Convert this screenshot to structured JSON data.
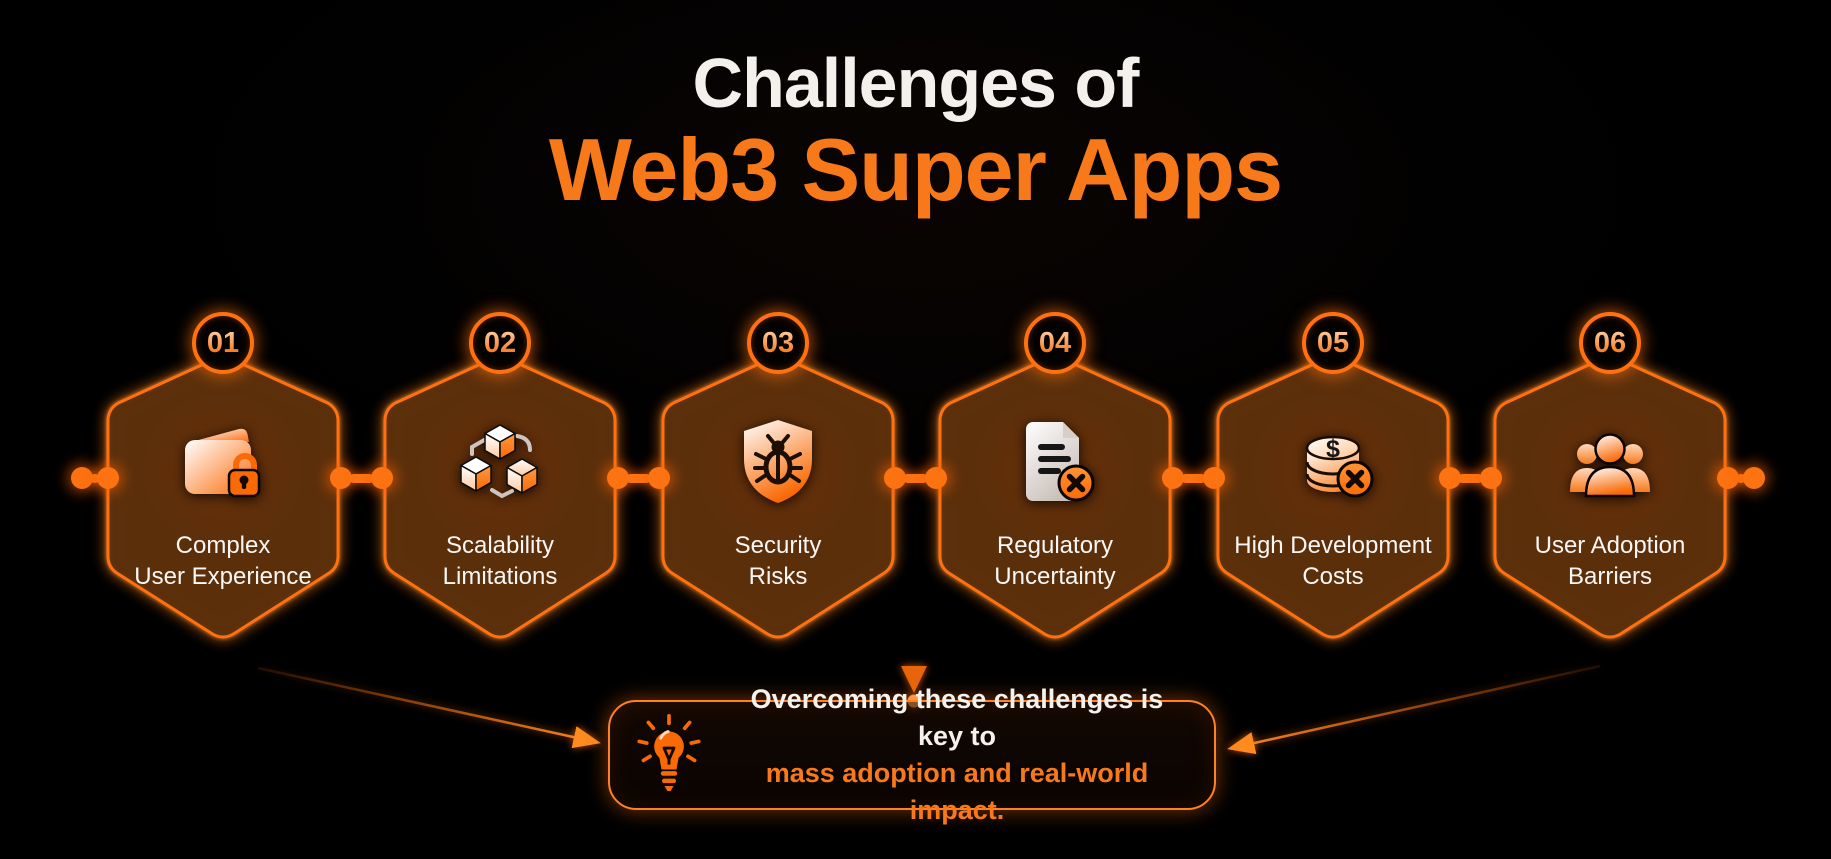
{
  "title": {
    "line1": "Challenges of",
    "line2": "Web3 Super Apps"
  },
  "colors": {
    "background": "#000000",
    "accent": "#F8791A",
    "hex_border": "#FF7110",
    "text_white": "#F4F1ED"
  },
  "cards": [
    {
      "number": "01",
      "icon": "wallet-lock-icon",
      "label_line1": "Complex",
      "label_line2": "User Experience"
    },
    {
      "number": "02",
      "icon": "blockchain-cubes-icon",
      "label_line1": "Scalability",
      "label_line2": "Limitations"
    },
    {
      "number": "03",
      "icon": "shield-bug-icon",
      "label_line1": "Security",
      "label_line2": "Risks"
    },
    {
      "number": "04",
      "icon": "document-rejected-icon",
      "label_line1": "Regulatory",
      "label_line2": "Uncertainty"
    },
    {
      "number": "05",
      "icon": "coins-cost-icon",
      "icon_glyph": "$",
      "label_line1": "High Development",
      "label_line2": "Costs"
    },
    {
      "number": "06",
      "icon": "users-group-icon",
      "label_line1": "User Adoption",
      "label_line2": "Barriers"
    }
  ],
  "callout": {
    "icon": "lightbulb-icon",
    "line1": "Overcoming these challenges is key to",
    "line2": "mass adoption and real-world impact."
  }
}
